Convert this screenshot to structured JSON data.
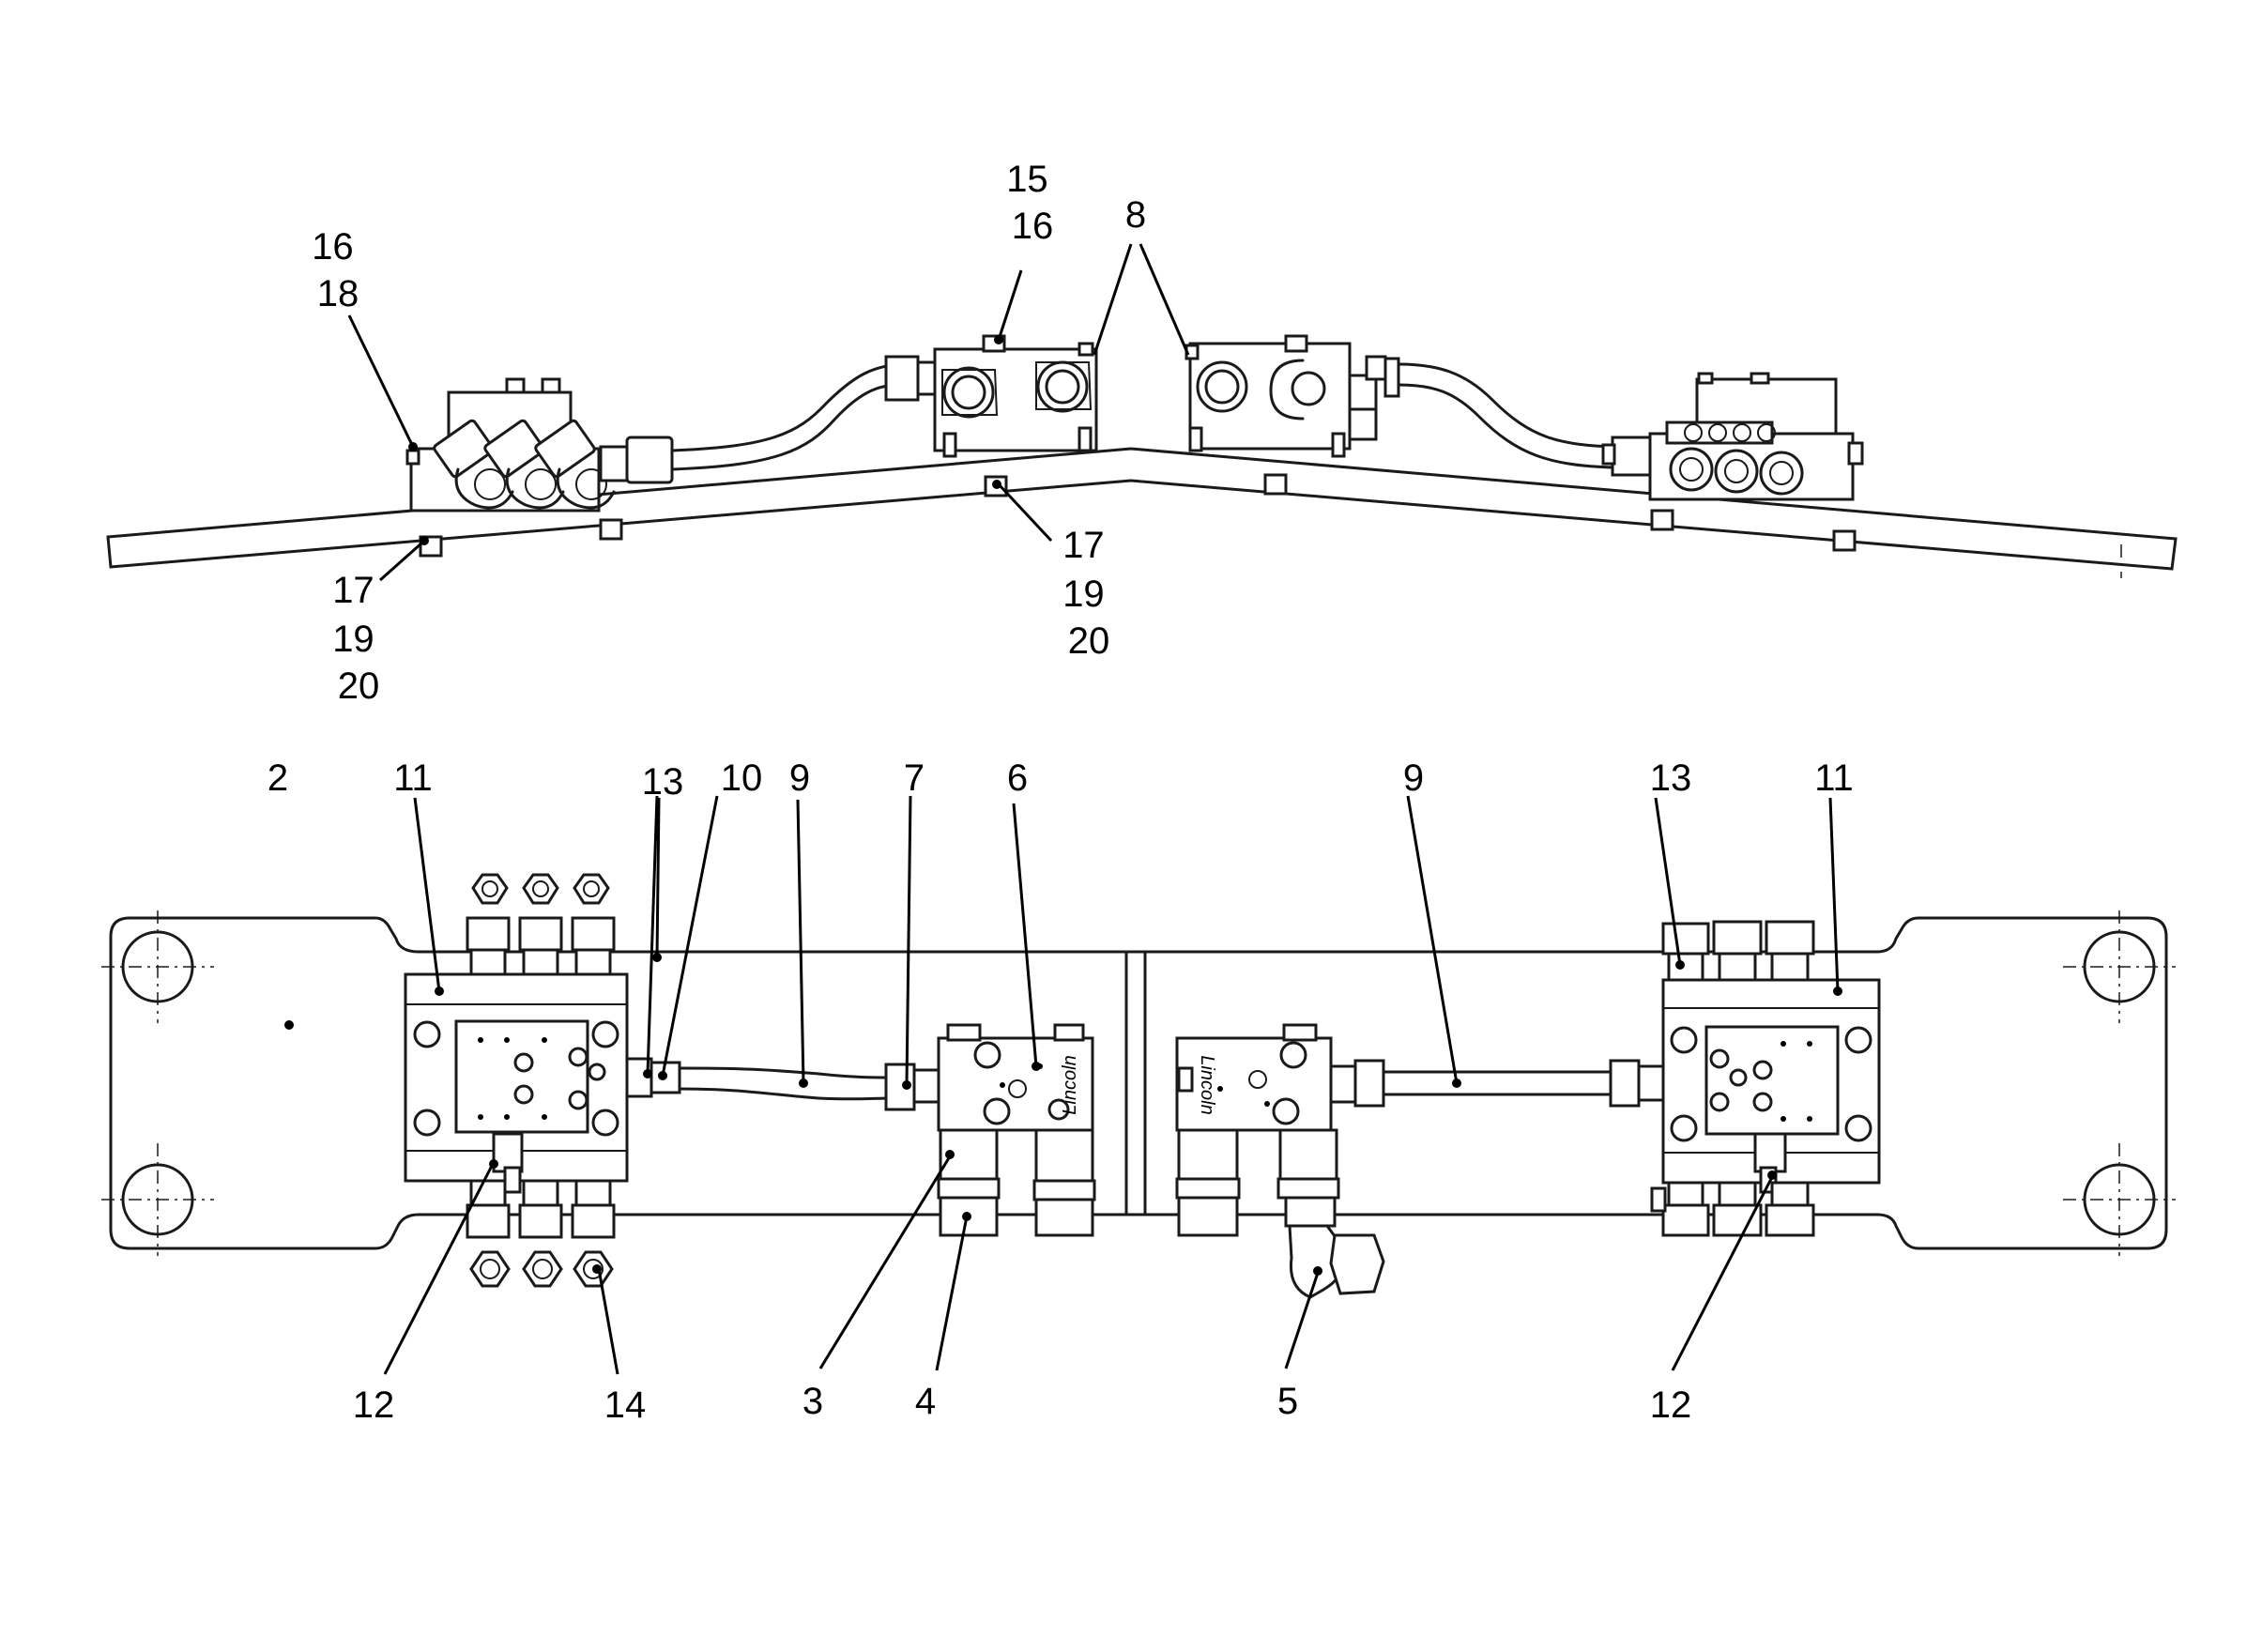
{
  "brand_label": "Lincoln",
  "top_view": {
    "callouts": [
      {
        "id": "c-16-18",
        "lines": [
          "16",
          "18"
        ]
      },
      {
        "id": "c-15-16",
        "lines": [
          "15",
          "16"
        ]
      },
      {
        "id": "c-8",
        "lines": [
          "8"
        ]
      },
      {
        "id": "c-17-19-20-left",
        "lines": [
          "17",
          "19",
          "20"
        ]
      },
      {
        "id": "c-17-19-20-mid",
        "lines": [
          "17",
          "19",
          "20"
        ]
      }
    ]
  },
  "plan_view": {
    "callouts": [
      {
        "id": "c-2",
        "lines": [
          "2"
        ]
      },
      {
        "id": "c-11-left",
        "lines": [
          "11"
        ]
      },
      {
        "id": "c-13-left",
        "lines": [
          "13"
        ]
      },
      {
        "id": "c-10",
        "lines": [
          "10"
        ]
      },
      {
        "id": "c-9-left",
        "lines": [
          "9"
        ]
      },
      {
        "id": "c-7",
        "lines": [
          "7"
        ]
      },
      {
        "id": "c-6",
        "lines": [
          "6"
        ]
      },
      {
        "id": "c-9-right",
        "lines": [
          "9"
        ]
      },
      {
        "id": "c-13-right",
        "lines": [
          "13"
        ]
      },
      {
        "id": "c-11-right",
        "lines": [
          "11"
        ]
      },
      {
        "id": "c-12-left",
        "lines": [
          "12"
        ]
      },
      {
        "id": "c-14",
        "lines": [
          "14"
        ]
      },
      {
        "id": "c-3",
        "lines": [
          "3"
        ]
      },
      {
        "id": "c-4",
        "lines": [
          "4"
        ]
      },
      {
        "id": "c-5",
        "lines": [
          "5"
        ]
      },
      {
        "id": "c-12-right",
        "lines": [
          "12"
        ]
      }
    ]
  }
}
